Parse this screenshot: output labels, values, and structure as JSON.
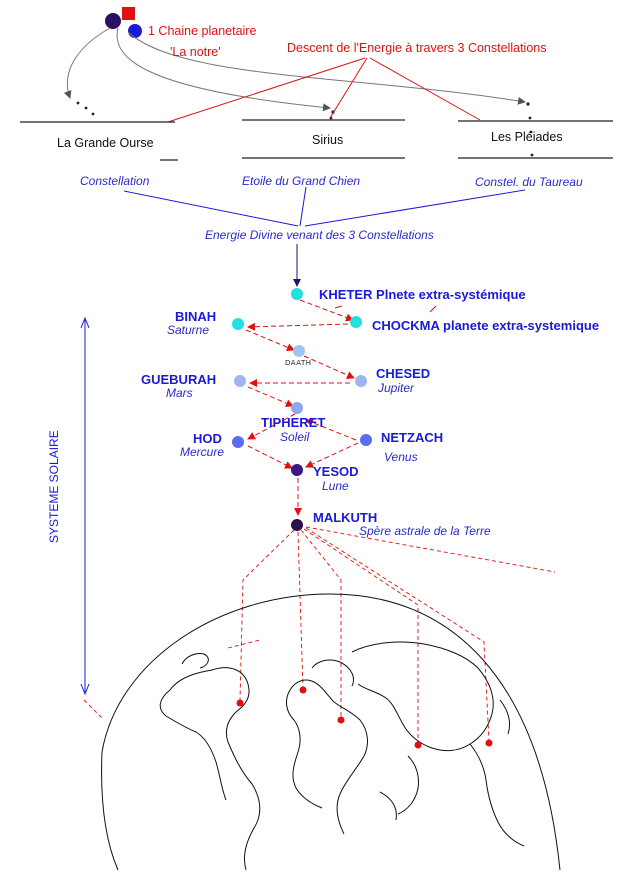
{
  "chain": {
    "title": "1 Chaine planetaire",
    "subtitle": "'La notre'"
  },
  "descent_label": "Descent de l'Energie à travers 3 Constellations",
  "constellations": [
    {
      "name": "La Grande Ourse",
      "caption": "Constellation"
    },
    {
      "name": "Sirius",
      "caption": "Etoile du Grand Chien"
    },
    {
      "name": "Les Pléiades",
      "caption": "Constel. du Taureau"
    }
  ],
  "energy_label": "Energie Divine venant des 3 Constellations",
  "sephiroth": [
    {
      "name": "KHETER Plnete extra-systémique",
      "planet": ""
    },
    {
      "name": "CHOCKMA planete extra-systemique",
      "planet": ""
    },
    {
      "name": "BINAH",
      "planet": "Saturne"
    },
    {
      "name": "",
      "planet": "DAATH"
    },
    {
      "name": "CHESED",
      "planet": "Jupiter"
    },
    {
      "name": "GUEBURAH",
      "planet": "Mars"
    },
    {
      "name": "TIPHERET",
      "planet": "Soleil"
    },
    {
      "name": "HOD",
      "planet": "Mercure"
    },
    {
      "name": "NETZACH",
      "planet": "Venus"
    },
    {
      "name": "YESOD",
      "planet": "Lune"
    },
    {
      "name": "MALKUTH",
      "planet": "Spère astrale de la Terre"
    }
  ],
  "systeme_label": "SYSTEME SOLAIRE",
  "colors": {
    "red": "#e01010",
    "blue": "#1a1ad8",
    "cyan": "#22e0e0",
    "light_blue": "#a0c4f0",
    "mid_blue": "#8ea8f0",
    "royal_blue": "#5a6cf0",
    "dark": "#2a1060"
  }
}
